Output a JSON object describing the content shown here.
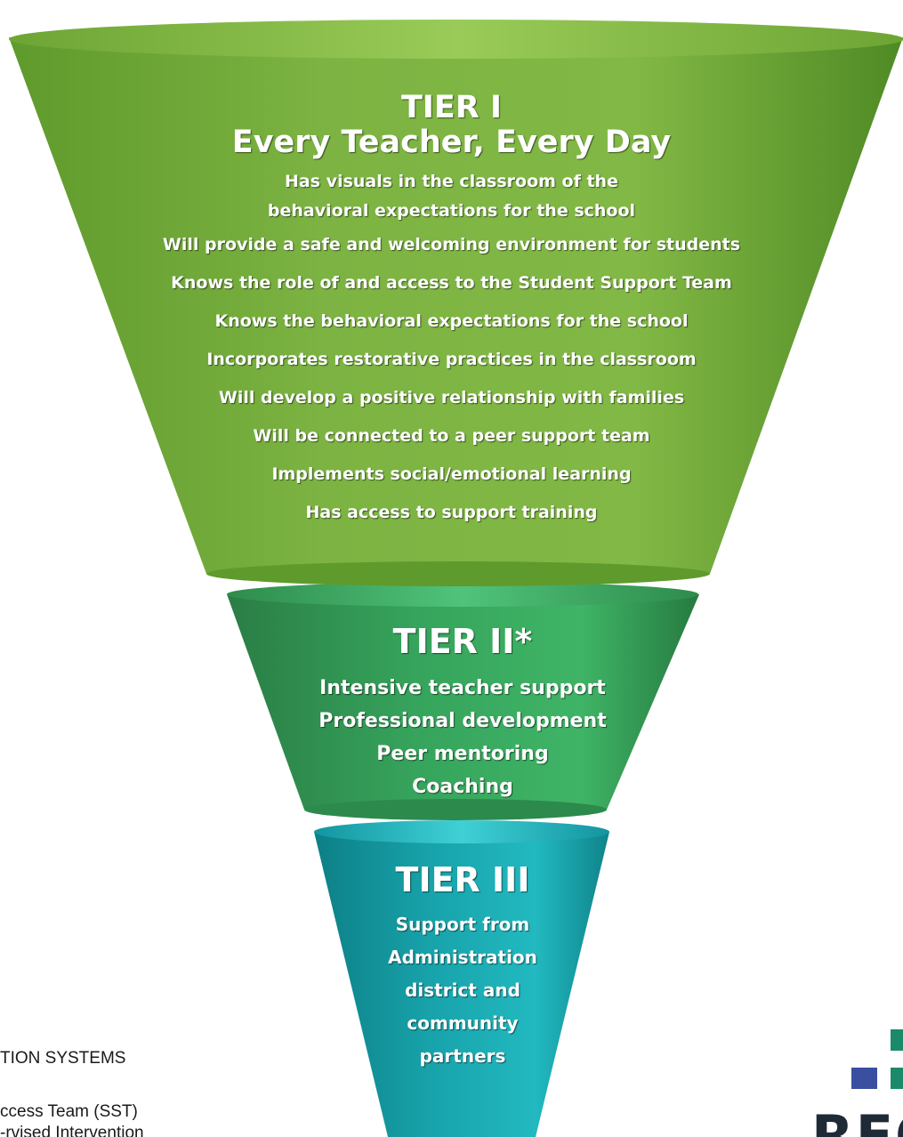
{
  "tier1": {
    "title_line1": "TIER I",
    "title_line2": "Every Teacher, Every Day",
    "items": [
      "Has visuals in the classroom of the",
      "behavioral expectations for the school",
      "Will provide a safe and welcoming environment for students",
      "Knows the role of and access to the Student Support Team",
      "Knows the behavioral expectations for the school",
      "Incorporates restorative practices in the classroom",
      "Will develop a positive relationship with families",
      "Will be connected to a peer support team",
      "Implements social/emotional learning",
      "Has access to support training"
    ],
    "color": "#7cb342"
  },
  "tier2": {
    "title": "TIER II*",
    "items": [
      "Intensive teacher support",
      "Professional development",
      "Peer mentoring",
      "Coaching"
    ],
    "color": "#3aa860"
  },
  "tier3": {
    "title": "TIER III",
    "items": [
      "Support from",
      "Administration",
      "district and",
      "community",
      "partners"
    ],
    "color": "#1ba8b0"
  },
  "side_panel": {
    "heading": "TION SYSTEMS",
    "line1": "ccess Team (SST)",
    "line2": "-rvised Intervention"
  },
  "logo": {
    "text": "REC",
    "colors": [
      "#1a8a6a",
      "#3b4fa0"
    ]
  }
}
